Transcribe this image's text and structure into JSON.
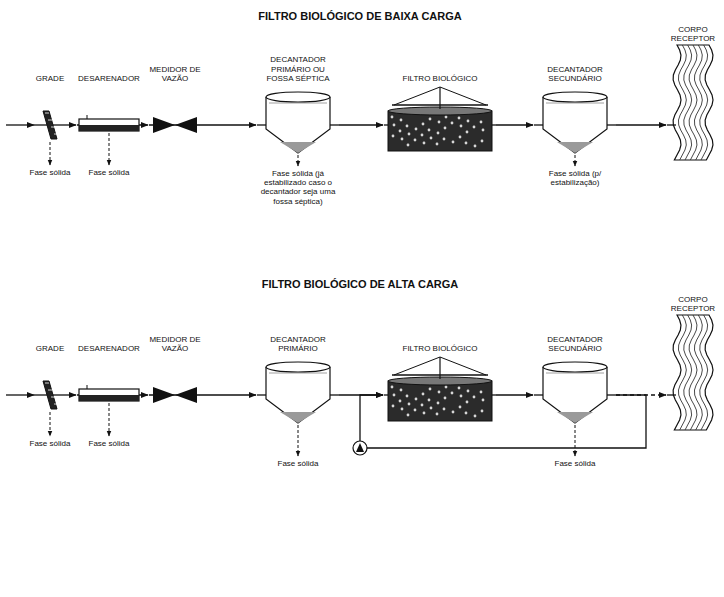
{
  "diagram": {
    "title": "FILTRO BIOLÓGICO DE BAIXA CARGA",
    "nodes": [
      {
        "text": [
          "GRADE"
        ]
      },
      {
        "text": [
          "DESARENADOR"
        ]
      },
      {
        "text": [
          "MEDIDOR DE VAZÃO"
        ]
      },
      {
        "text": [
          "DECANTADOR PRIMÁRIO OU FOSSA SÉPTICA"
        ]
      },
      {
        "text": [
          "FILTRO BIOLÓGICO"
        ]
      },
      {
        "text": [
          "DECANTADOR SECUNDÁRIO"
        ]
      },
      {
        "text": [
          "CORPO RECEPTOR"
        ]
      },
      {
        "text": [
          "GRADE"
        ]
      },
      {
        "text": [
          "DESARENADOR"
        ]
      },
      {
        "text": [
          "MEDIDOR DE VAZÃO"
        ]
      },
      {
        "text": [
          "DECANTADOR PRIMÁRIO"
        ]
      },
      {
        "text": [
          "FILTRO BIOLÓGICO"
        ]
      },
      {
        "text": [
          "DECANTADOR SECUNDÁRIO"
        ]
      },
      {
        "text": [
          "CORPO RECEPTOR"
        ]
      }
    ],
    "edges": [
      {
        "from": 0,
        "to": 1,
        "arrow": "to"
      },
      {
        "from": 1,
        "to": 2,
        "arrow": "to"
      },
      {
        "from": 2,
        "to": 3,
        "arrow": "to"
      },
      {
        "from": 3,
        "to": 4,
        "arrow": "to"
      },
      {
        "from": 4,
        "to": 5,
        "arrow": "to"
      },
      {
        "from": 5,
        "to": 6,
        "arrow": "to"
      },
      {
        "from": 7,
        "to": 8,
        "arrow": "to"
      },
      {
        "from": 8,
        "to": 9,
        "arrow": "to"
      },
      {
        "from": 9,
        "to": 10,
        "arrow": "to"
      },
      {
        "from": 10,
        "to": 11,
        "arrow": "to"
      },
      {
        "from": 11,
        "to": 12,
        "arrow": "to"
      },
      {
        "from": 12,
        "to": 13,
        "arrow": "to"
      },
      {
        "from": 12,
        "to": 11,
        "arrow": "to"
      }
    ],
    "labels": [
      "Fase sólida",
      "Fase sólida",
      "Fase sólida (já estabilizado caso o decantador seja uma fossa séptica)",
      "Fase sólida (p/ estabilização)",
      "FILTRO BIOLÓGICO DE ALTA CARGA",
      "Fase sólida",
      "Fase sólida",
      "Fase sólida",
      "Fase sólida"
    ]
  }
}
